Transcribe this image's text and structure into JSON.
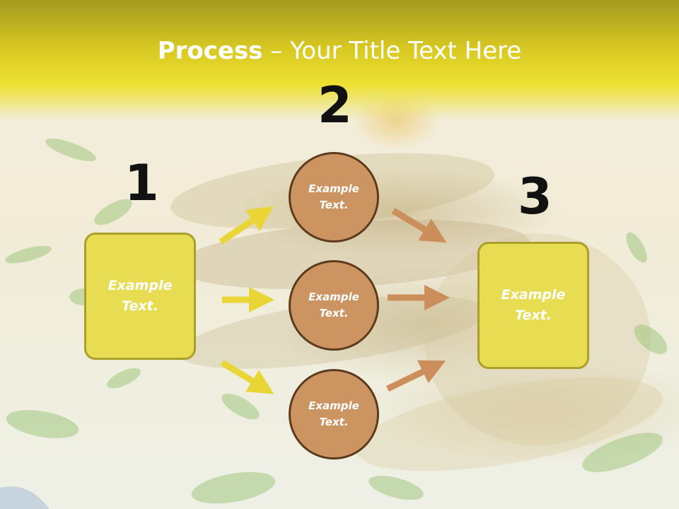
{
  "title": {
    "bold": "Process",
    "rest": " – Your Title Text Here"
  },
  "steps": [
    {
      "number": "1"
    },
    {
      "number": "2"
    },
    {
      "number": "3"
    }
  ],
  "left_box": {
    "label_line1": "Example",
    "label_line2": "Text."
  },
  "right_box": {
    "label_line1": "Example",
    "label_line2": "Text."
  },
  "circles": [
    {
      "line1": "Example",
      "line2": "Text."
    },
    {
      "line1": "Example",
      "line2": "Text."
    },
    {
      "line1": "Example",
      "line2": "Text."
    }
  ],
  "colors": {
    "header": "#d8c822",
    "box_fill": "#e8dc52",
    "box_border": "#a99f2a",
    "circle_fill": "#cc9461",
    "circle_border": "#5c3a1e",
    "yellow_arrow": "#e9d636",
    "brown_arrow": "#cc8f5c"
  }
}
